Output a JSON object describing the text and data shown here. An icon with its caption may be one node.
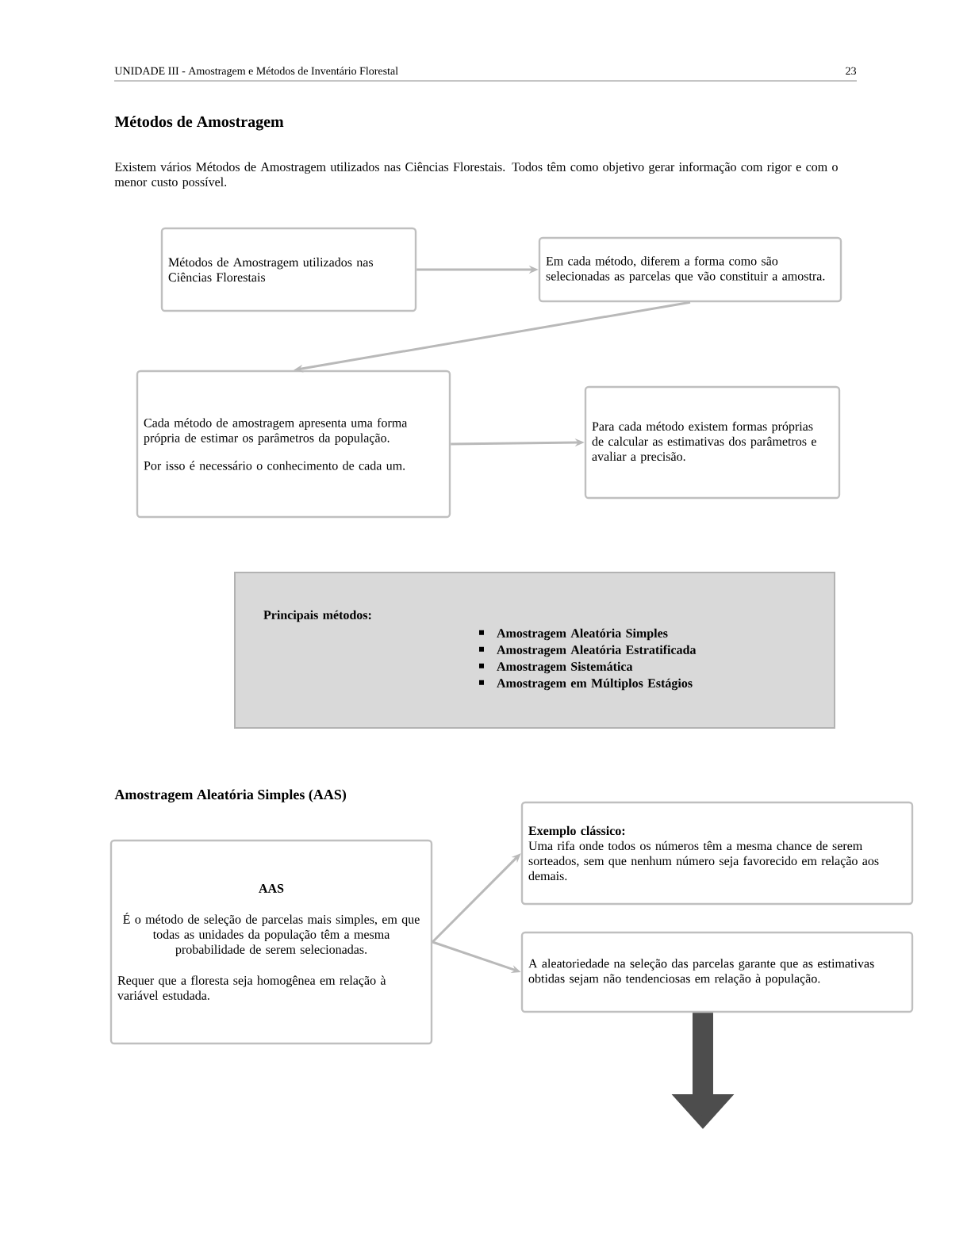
{
  "diagram": {
    "title": "Métodos de Amostragem",
    "nodes": [
      {
        "text": [
          "Métodos de Amostragem utilizados nas Ciências Florestais"
        ]
      },
      {
        "text": [
          "Em cada método, diferem a forma como são selecionadas as parcelas que vão constituir a amostra."
        ]
      },
      {
        "text": [
          "Cada método de amostragem apresenta uma forma própria de estimar os parâmetros da população.",
          "Por isso é necessário o conhecimento de cada um."
        ]
      },
      {
        "text": [
          "Para cada método existem formas próprias de calcular as estimativas dos parâmetros e avaliar a precisão."
        ]
      },
      {
        "text": [
          "Principais métodos:",
          "Amostragem Aleatória Simples",
          "Amostragem Aleatória Estratificada",
          "Amostragem Sistemática",
          "Amostragem em Múltiplos Estágios"
        ]
      },
      {
        "text": [
          "AAS",
          "É o método de seleção de parcelas mais simples, em que todas as unidades da população têm a mesma probabilidade de serem selecionadas.",
          "Requer que a floresta seja homogênea em relação à variável estudada."
        ]
      },
      {
        "text": [
          "Exemplo clássico:",
          "Uma rifa onde todos os números têm a mesma chance de serem sorteados, sem que nenhum número seja favorecido em relação aos demais."
        ]
      },
      {
        "text": [
          "A aleatoriedade na seleção das parcelas garante que as estimativas obtidas sejam não tendenciosas em relação à população."
        ]
      }
    ],
    "edges": [
      {
        "from": 0,
        "to": 1,
        "arrow": "to"
      },
      {
        "from": 1,
        "to": 2,
        "arrow": "to"
      },
      {
        "from": 2,
        "to": 3,
        "arrow": "to"
      },
      {
        "from": 5,
        "to": 6,
        "arrow": "to"
      },
      {
        "from": 5,
        "to": 7,
        "arrow": "to"
      },
      {
        "from": 7,
        "to": null,
        "arrow": "to",
        "style": "thick",
        "color": "#4d4d4d"
      }
    ],
    "labels": [
      "UNIDADE III - Amostragem e Métodos de Inventário Florestal",
      "23",
      "Existem vários Métodos de Amostragem utilizados nas Ciências Florestais. Todos têm como objetivo gerar informação com rigor e com o menor custo possível.",
      "Amostragem Aleatória Simples (AAS)"
    ]
  }
}
